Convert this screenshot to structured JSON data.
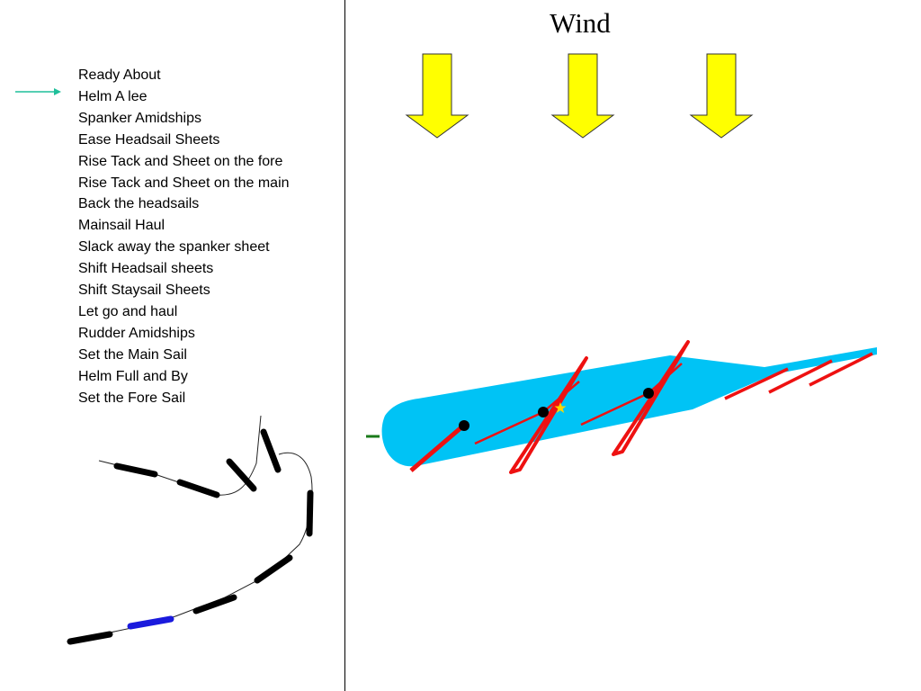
{
  "title": "Wind",
  "steps": [
    "Ready About",
    "Helm A lee",
    "Spanker Amidships",
    "Ease Headsail Sheets",
    "Rise Tack and Sheet on the fore",
    "Rise Tack and Sheet on the main",
    "Back the headsails",
    "Mainsail Haul",
    "Slack away the spanker sheet",
    "Shift Headsail sheets",
    "Shift Staysail Sheets",
    "Let go and haul",
    "Rudder Amidships",
    "Set the Main Sail",
    "Helm Full and By",
    "Set the Fore Sail"
  ],
  "current_step": "Helm A lee",
  "wind_arrow_count": 3,
  "colors": {
    "pointer": "#1fbf9a",
    "wind_arrow": "#ffff00",
    "hull": "#00c3f5",
    "sail": "#ee1111",
    "mast": "#000000",
    "track_ship": "#000000",
    "track_ship_current": "#1a1add",
    "rudder": "#1a7a1a",
    "marker": "#ffd400"
  }
}
